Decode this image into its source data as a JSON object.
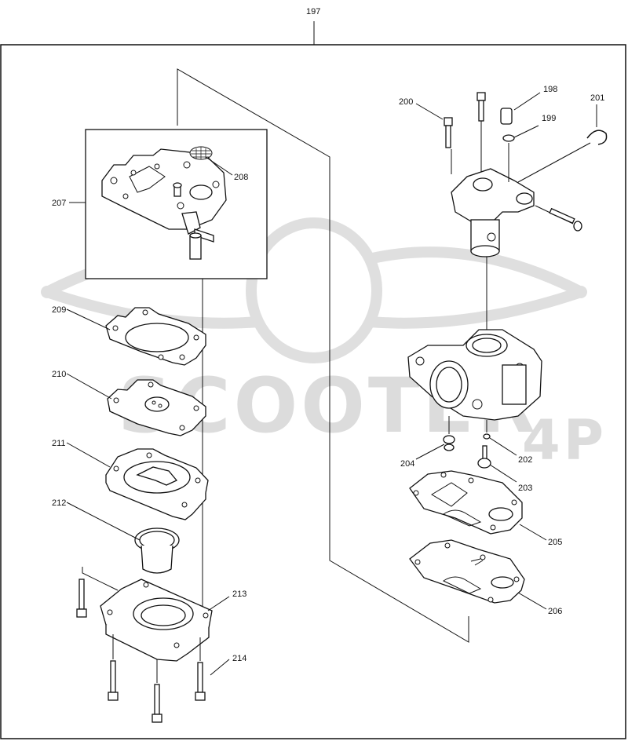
{
  "watermark": {
    "text": "SCOOTER",
    "suffix": "4P"
  },
  "callouts": [
    {
      "id": "c197",
      "label": "197"
    },
    {
      "id": "c198",
      "label": "198"
    },
    {
      "id": "c199",
      "label": "199"
    },
    {
      "id": "c200",
      "label": "200"
    },
    {
      "id": "c201",
      "label": "201"
    },
    {
      "id": "c202",
      "label": "202"
    },
    {
      "id": "c203",
      "label": "203"
    },
    {
      "id": "c204",
      "label": "204"
    },
    {
      "id": "c205",
      "label": "205"
    },
    {
      "id": "c206",
      "label": "206"
    },
    {
      "id": "c207",
      "label": "207"
    },
    {
      "id": "c208",
      "label": "208"
    },
    {
      "id": "c209",
      "label": "209"
    },
    {
      "id": "c210",
      "label": "210"
    },
    {
      "id": "c211",
      "label": "211"
    },
    {
      "id": "c212",
      "label": "212"
    },
    {
      "id": "c213",
      "label": "213"
    },
    {
      "id": "c214",
      "label": "214"
    }
  ]
}
